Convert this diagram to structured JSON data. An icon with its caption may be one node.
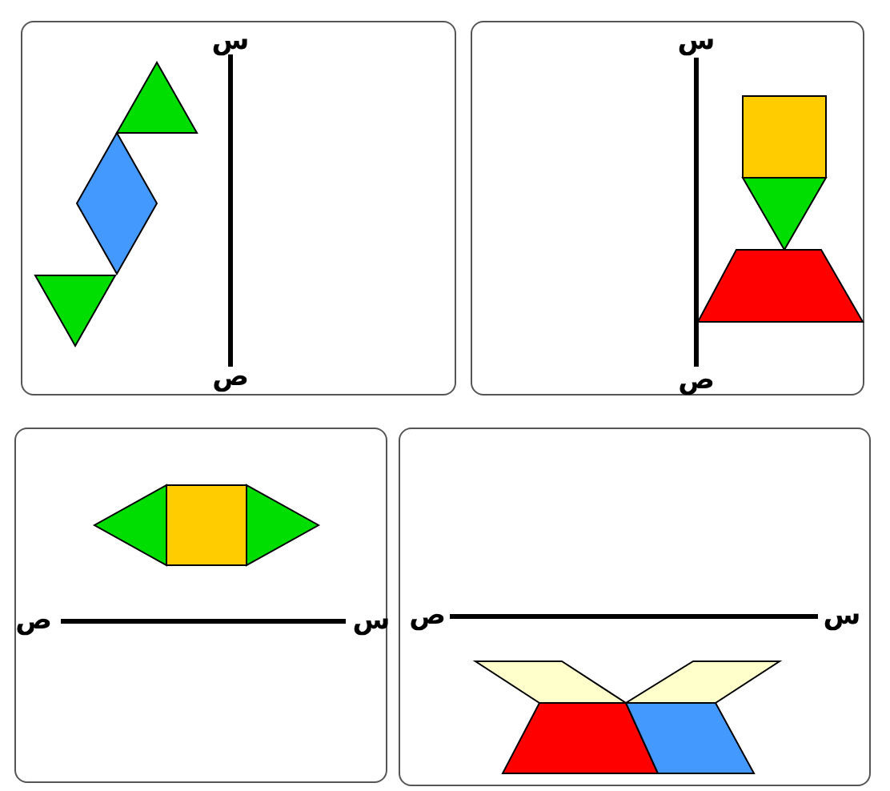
{
  "diagram": {
    "nodes": [
      {
        "text": [
          "س",
          "ص"
        ]
      },
      {
        "text": [
          "س",
          "ص"
        ]
      },
      {
        "text": [
          "س",
          "ص"
        ]
      },
      {
        "text": [
          "س",
          "ص"
        ]
      }
    ]
  }
}
